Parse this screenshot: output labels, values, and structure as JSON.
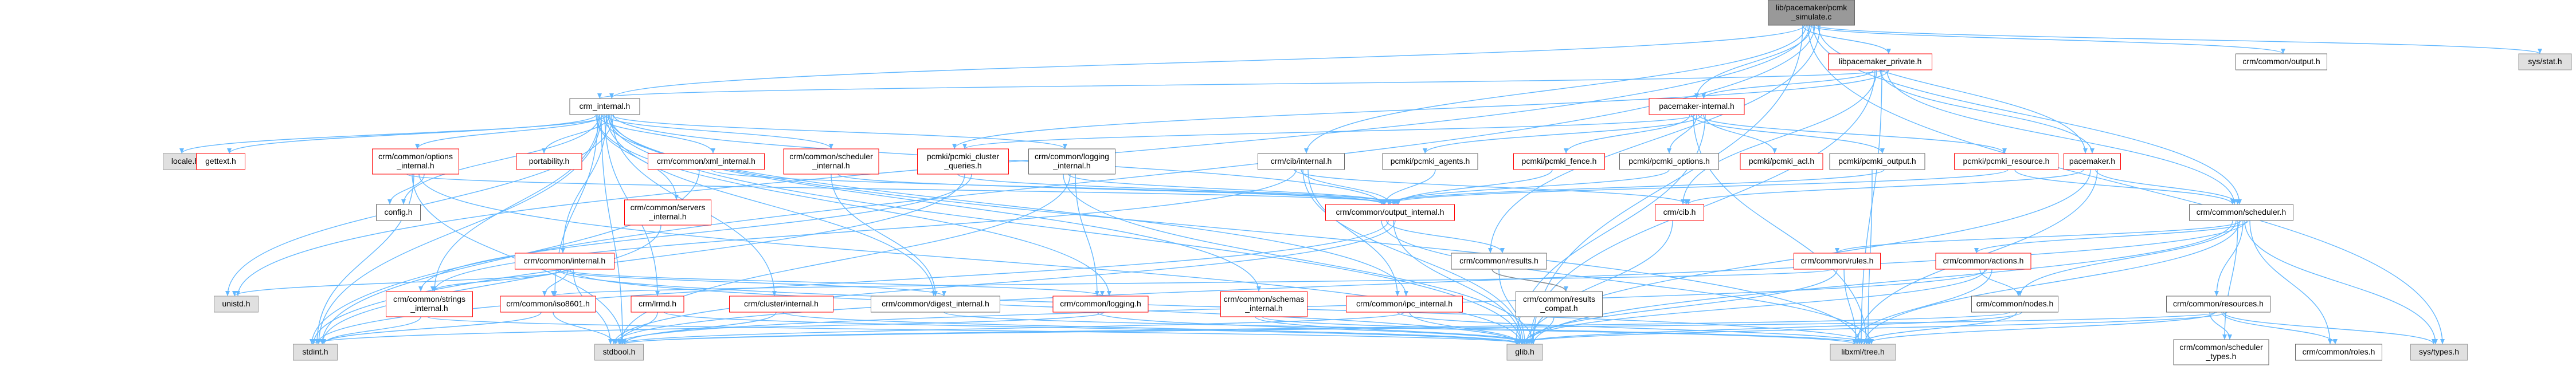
{
  "diagram": {
    "nodes": [
      {
        "id": "root",
        "lines": [
          "lib/pacemaker/pcmk",
          "_simulate.c"
        ],
        "style": "root"
      },
      {
        "id": "libpriv",
        "lines": [
          "libpacemaker_private.h"
        ],
        "style": "red"
      },
      {
        "id": "output",
        "lines": [
          "crm/common/output.h"
        ],
        "style": "plain"
      },
      {
        "id": "sysstat",
        "lines": [
          "sys/stat.h"
        ],
        "style": "gray"
      },
      {
        "id": "crmint",
        "lines": [
          "crm_internal.h"
        ],
        "style": "plain"
      },
      {
        "id": "pmint",
        "lines": [
          "pacemaker-internal.h"
        ],
        "style": "red"
      },
      {
        "id": "pacemaker",
        "lines": [
          "pacemaker.h"
        ],
        "style": "red"
      },
      {
        "id": "cibint",
        "lines": [
          "crm/cib/internal.h"
        ],
        "style": "plain"
      },
      {
        "id": "locale",
        "lines": [
          "locale.h"
        ],
        "style": "gray"
      },
      {
        "id": "gettext",
        "lines": [
          "gettext.h"
        ],
        "style": "red"
      },
      {
        "id": "optint",
        "lines": [
          "crm/common/options",
          "_internal.h"
        ],
        "style": "red"
      },
      {
        "id": "portability",
        "lines": [
          "portability.h"
        ],
        "style": "red"
      },
      {
        "id": "xmlint",
        "lines": [
          "crm/common/xml_internal.h"
        ],
        "style": "red"
      },
      {
        "id": "schedint",
        "lines": [
          "crm/common/scheduler",
          "_internal.h"
        ],
        "style": "red"
      },
      {
        "id": "clusterq",
        "lines": [
          "pcmki/pcmki_cluster",
          "_queries.h"
        ],
        "style": "red"
      },
      {
        "id": "loggingint",
        "lines": [
          "crm/common/logging",
          "_internal.h"
        ],
        "style": "plain"
      },
      {
        "id": "agents",
        "lines": [
          "pcmki/pcmki_agents.h"
        ],
        "style": "plain"
      },
      {
        "id": "fence",
        "lines": [
          "pcmki/pcmki_fence.h"
        ],
        "style": "red"
      },
      {
        "id": "options",
        "lines": [
          "pcmki/pcmki_options.h"
        ],
        "style": "plain"
      },
      {
        "id": "acl",
        "lines": [
          "pcmki/pcmki_acl.h"
        ],
        "style": "red"
      },
      {
        "id": "pcmkiout",
        "lines": [
          "pcmki/pcmki_output.h"
        ],
        "style": "plain"
      },
      {
        "id": "resource",
        "lines": [
          "pcmki/pcmki_resource.h"
        ],
        "style": "red"
      },
      {
        "id": "config",
        "lines": [
          "config.h"
        ],
        "style": "plain"
      },
      {
        "id": "serversint",
        "lines": [
          "crm/common/servers",
          "_internal.h"
        ],
        "style": "red"
      },
      {
        "id": "outint",
        "lines": [
          "crm/common/output_internal.h"
        ],
        "style": "red"
      },
      {
        "id": "cib",
        "lines": [
          "crm/cib.h"
        ],
        "style": "red"
      },
      {
        "id": "scheduler",
        "lines": [
          "crm/common/scheduler.h"
        ],
        "style": "plain"
      },
      {
        "id": "results",
        "lines": [
          "crm/common/results.h"
        ],
        "style": "plain"
      },
      {
        "id": "commonint",
        "lines": [
          "crm/common/internal.h"
        ],
        "style": "red"
      },
      {
        "id": "rules",
        "lines": [
          "crm/common/rules.h"
        ],
        "style": "red"
      },
      {
        "id": "actions",
        "lines": [
          "crm/common/actions.h"
        ],
        "style": "red"
      },
      {
        "id": "resultscompat",
        "lines": [
          "crm/common/results",
          "_compat.h"
        ],
        "style": "plain"
      },
      {
        "id": "stringsint",
        "lines": [
          "crm/common/strings",
          "_internal.h"
        ],
        "style": "red"
      },
      {
        "id": "iso8601",
        "lines": [
          "crm/common/iso8601.h"
        ],
        "style": "red"
      },
      {
        "id": "lrmd",
        "lines": [
          "crm/lrmd.h"
        ],
        "style": "red"
      },
      {
        "id": "clusterint",
        "lines": [
          "crm/cluster/internal.h"
        ],
        "style": "red"
      },
      {
        "id": "digestint",
        "lines": [
          "crm/common/digest_internal.h"
        ],
        "style": "plain"
      },
      {
        "id": "logging",
        "lines": [
          "crm/common/logging.h"
        ],
        "style": "red"
      },
      {
        "id": "schemasint",
        "lines": [
          "crm/common/schemas",
          "_internal.h"
        ],
        "style": "red"
      },
      {
        "id": "ipcint",
        "lines": [
          "crm/common/ipc_internal.h"
        ],
        "style": "red"
      },
      {
        "id": "nodes",
        "lines": [
          "crm/common/nodes.h"
        ],
        "style": "plain"
      },
      {
        "id": "resources",
        "lines": [
          "crm/common/resources.h"
        ],
        "style": "plain"
      },
      {
        "id": "unistd",
        "lines": [
          "unistd.h"
        ],
        "style": "gray"
      },
      {
        "id": "stdint",
        "lines": [
          "stdint.h"
        ],
        "style": "gray"
      },
      {
        "id": "stdbool",
        "lines": [
          "stdbool.h"
        ],
        "style": "gray"
      },
      {
        "id": "glib",
        "lines": [
          "glib.h"
        ],
        "style": "gray"
      },
      {
        "id": "libxml",
        "lines": [
          "libxml/tree.h"
        ],
        "style": "gray"
      },
      {
        "id": "schedtypes",
        "lines": [
          "crm/common/scheduler",
          "_types.h"
        ],
        "style": "plain"
      },
      {
        "id": "roles",
        "lines": [
          "crm/common/roles.h"
        ],
        "style": "plain"
      },
      {
        "id": "systypes",
        "lines": [
          "sys/types.h"
        ],
        "style": "gray"
      }
    ],
    "edges": [
      [
        "root",
        "libpriv"
      ],
      [
        "root",
        "output"
      ],
      [
        "root",
        "sysstat"
      ],
      [
        "root",
        "crmint"
      ],
      [
        "root",
        "pmint"
      ],
      [
        "root",
        "pacemaker"
      ],
      [
        "root",
        "cibint"
      ],
      [
        "root",
        "scheduler"
      ],
      [
        "root",
        "results"
      ],
      [
        "root",
        "systypes"
      ],
      [
        "root",
        "stdint"
      ],
      [
        "root",
        "glib"
      ],
      [
        "root",
        "unistd"
      ],
      [
        "libpriv",
        "crmint"
      ],
      [
        "libpriv",
        "pmint"
      ],
      [
        "libpriv",
        "pacemaker"
      ],
      [
        "libpriv",
        "scheduler"
      ],
      [
        "libpriv",
        "glib"
      ],
      [
        "libpriv",
        "libxml"
      ],
      [
        "libpriv",
        "clusterq"
      ],
      [
        "libpriv",
        "cib"
      ],
      [
        "crmint",
        "locale"
      ],
      [
        "crmint",
        "gettext"
      ],
      [
        "crmint",
        "optint"
      ],
      [
        "crmint",
        "portability"
      ],
      [
        "crmint",
        "xmlint"
      ],
      [
        "crmint",
        "schedint"
      ],
      [
        "crmint",
        "loggingint"
      ],
      [
        "crmint",
        "config"
      ],
      [
        "crmint",
        "commonint"
      ],
      [
        "crmint",
        "outint"
      ],
      [
        "crmint",
        "stdint"
      ],
      [
        "crmint",
        "glib"
      ],
      [
        "crmint",
        "logging"
      ],
      [
        "crmint",
        "ipcint"
      ],
      [
        "crmint",
        "schemasint"
      ],
      [
        "crmint",
        "iso8601"
      ],
      [
        "crmint",
        "lrmd"
      ],
      [
        "crmint",
        "clusterint"
      ],
      [
        "crmint",
        "stringsint"
      ],
      [
        "crmint",
        "digestint"
      ],
      [
        "crmint",
        "unistd"
      ],
      [
        "crmint",
        "stdbool"
      ],
      [
        "crmint",
        "libxml"
      ],
      [
        "crmint",
        "serversint"
      ],
      [
        "pmint",
        "clusterq"
      ],
      [
        "pmint",
        "agents"
      ],
      [
        "pmint",
        "fence"
      ],
      [
        "pmint",
        "options"
      ],
      [
        "pmint",
        "acl"
      ],
      [
        "pmint",
        "pcmkiout"
      ],
      [
        "pmint",
        "resource"
      ],
      [
        "pmint",
        "glib"
      ],
      [
        "pmint",
        "libxml"
      ],
      [
        "pacemaker",
        "scheduler"
      ],
      [
        "pacemaker",
        "cib"
      ],
      [
        "pacemaker",
        "glib"
      ],
      [
        "pacemaker",
        "libxml"
      ],
      [
        "cibint",
        "cib"
      ],
      [
        "cibint",
        "outint"
      ],
      [
        "cibint",
        "ipcint"
      ],
      [
        "cibint",
        "stringsint"
      ],
      [
        "cibint",
        "glib"
      ],
      [
        "optint",
        "config"
      ],
      [
        "optint",
        "stdbool"
      ],
      [
        "optint",
        "glib"
      ],
      [
        "optint",
        "outint"
      ],
      [
        "optint",
        "stdint"
      ],
      [
        "xmlint",
        "outint"
      ],
      [
        "xmlint",
        "stdint"
      ],
      [
        "schedint",
        "digestint"
      ],
      [
        "schedint",
        "outint"
      ],
      [
        "clusterq",
        "outint"
      ],
      [
        "clusterq",
        "stdint"
      ],
      [
        "clusterq",
        "stringsint"
      ],
      [
        "loggingint",
        "outint"
      ],
      [
        "loggingint",
        "logging"
      ],
      [
        "loggingint",
        "glib"
      ],
      [
        "loggingint",
        "stdbool"
      ],
      [
        "agents",
        "outint"
      ],
      [
        "fence",
        "outint"
      ],
      [
        "options",
        "outint"
      ],
      [
        "pcmkiout",
        "outint"
      ],
      [
        "pcmkiout",
        "libxml"
      ],
      [
        "resource",
        "outint"
      ],
      [
        "resource",
        "scheduler"
      ],
      [
        "outint",
        "results"
      ],
      [
        "outint",
        "glib"
      ],
      [
        "outint",
        "libxml"
      ],
      [
        "outint",
        "stdint"
      ],
      [
        "outint",
        "stdbool"
      ],
      [
        "cib",
        "glib"
      ],
      [
        "scheduler",
        "rules"
      ],
      [
        "scheduler",
        "actions"
      ],
      [
        "scheduler",
        "nodes"
      ],
      [
        "scheduler",
        "resources"
      ],
      [
        "scheduler",
        "roles"
      ],
      [
        "scheduler",
        "schedtypes"
      ],
      [
        "scheduler",
        "systypes"
      ],
      [
        "scheduler",
        "glib"
      ],
      [
        "scheduler",
        "libxml"
      ],
      [
        "scheduler",
        "stdbool"
      ],
      [
        "results",
        "resultscompat"
      ],
      [
        "results",
        "glib"
      ],
      [
        "resultscompat",
        "results"
      ],
      [
        "resultscompat",
        "glib"
      ],
      [
        "commonint",
        "unistd"
      ],
      [
        "commonint",
        "stdbool"
      ],
      [
        "commonint",
        "stringsint"
      ],
      [
        "commonint",
        "iso8601"
      ],
      [
        "commonint",
        "digestint"
      ],
      [
        "commonint",
        "logging"
      ],
      [
        "commonint",
        "glib"
      ],
      [
        "commonint",
        "libxml"
      ],
      [
        "rules",
        "glib"
      ],
      [
        "rules",
        "libxml"
      ],
      [
        "rules",
        "iso8601"
      ],
      [
        "actions",
        "glib"
      ],
      [
        "actions",
        "libxml"
      ],
      [
        "actions",
        "nodes"
      ],
      [
        "actions",
        "stdbool"
      ],
      [
        "stringsint",
        "stdint"
      ],
      [
        "stringsint",
        "glib"
      ],
      [
        "iso8601",
        "stdbool"
      ],
      [
        "iso8601",
        "stdint"
      ],
      [
        "lrmd",
        "stdbool"
      ],
      [
        "lrmd",
        "glib"
      ],
      [
        "clusterint",
        "stdbool"
      ],
      [
        "clusterint",
        "glib"
      ],
      [
        "digestint",
        "libxml"
      ],
      [
        "logging",
        "glib"
      ],
      [
        "logging",
        "stdint"
      ],
      [
        "schemasint",
        "glib"
      ],
      [
        "schemasint",
        "libxml"
      ],
      [
        "ipcint",
        "glib"
      ],
      [
        "ipcint",
        "libxml"
      ],
      [
        "ipcint",
        "stdbool"
      ],
      [
        "nodes",
        "glib"
      ],
      [
        "nodes",
        "stdbool"
      ],
      [
        "nodes",
        "libxml"
      ],
      [
        "resources",
        "glib"
      ],
      [
        "resources",
        "libxml"
      ],
      [
        "resources",
        "roles"
      ],
      [
        "resources",
        "schedtypes"
      ],
      [
        "resources",
        "stdbool"
      ],
      [
        "resources",
        "systypes"
      ],
      [
        "serversint",
        "stdint"
      ]
    ]
  }
}
